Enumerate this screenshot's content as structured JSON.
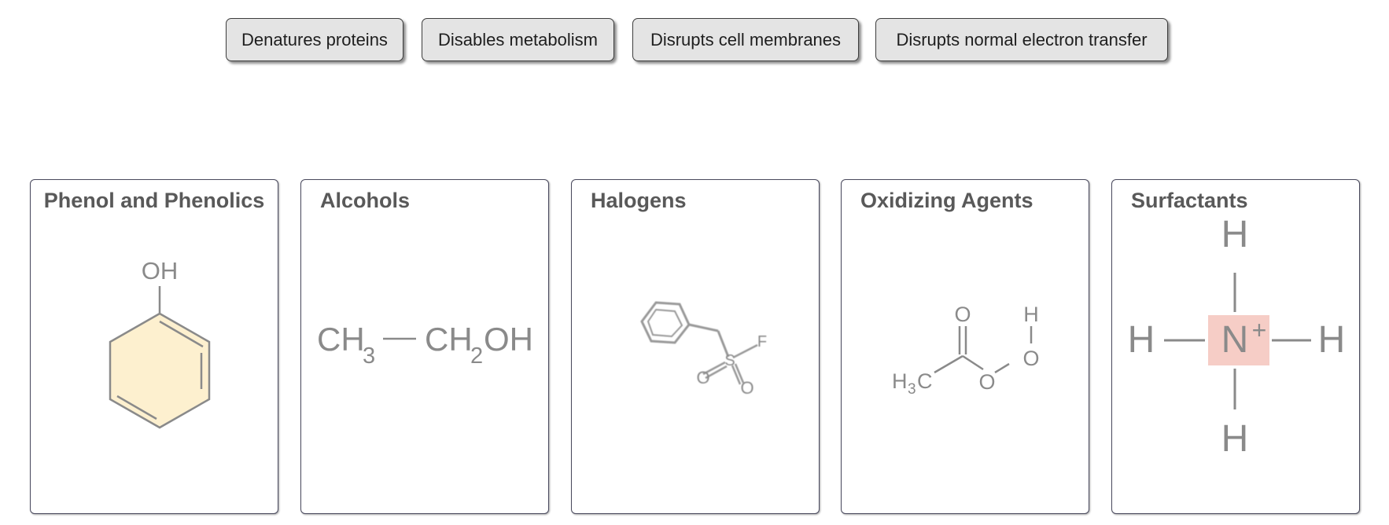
{
  "answer_chips": [
    {
      "label": "Denatures proteins"
    },
    {
      "label": "Disables metabolism"
    },
    {
      "label": "Disrupts cell membranes"
    },
    {
      "label": "Disrupts normal electron transfer"
    }
  ],
  "categories": [
    {
      "title": "Phenol and Phenolics",
      "image": "phenol-structure"
    },
    {
      "title": "Alcohols",
      "image": "ethanol-formula"
    },
    {
      "title": "Halogens",
      "image": "benzylsulfonyl-fluoride-structure"
    },
    {
      "title": "Oxidizing Agents",
      "image": "peracetic-acid-structure"
    },
    {
      "title": "Surfactants",
      "image": "ammonium-ion-structure"
    }
  ],
  "molecule_labels": {
    "phenol_oh": "OH",
    "ethanol_ch3": "CH",
    "ethanol_sub3": "3",
    "ethanol_ch2": "CH",
    "ethanol_sub2": "2",
    "ethanol_oh": "OH",
    "halogen_f": "F",
    "halogen_s": "S",
    "halogen_o1": "O",
    "halogen_o2": "O",
    "oxid_o_top": "O",
    "oxid_h": "H",
    "oxid_o_right": "O",
    "oxid_o_mid": "O",
    "oxid_h3c_h": "H",
    "oxid_h3c_sub": "3",
    "oxid_h3c_c": "C",
    "ammonium_n": "N",
    "ammonium_plus": "+",
    "ammonium_h_top": "H",
    "ammonium_h_left": "H",
    "ammonium_h_right": "H",
    "ammonium_h_bottom": "H"
  },
  "colors": {
    "phenol_ring_fill": "#fdf0cf",
    "ammonium_highlight": "#f6cdc6"
  }
}
